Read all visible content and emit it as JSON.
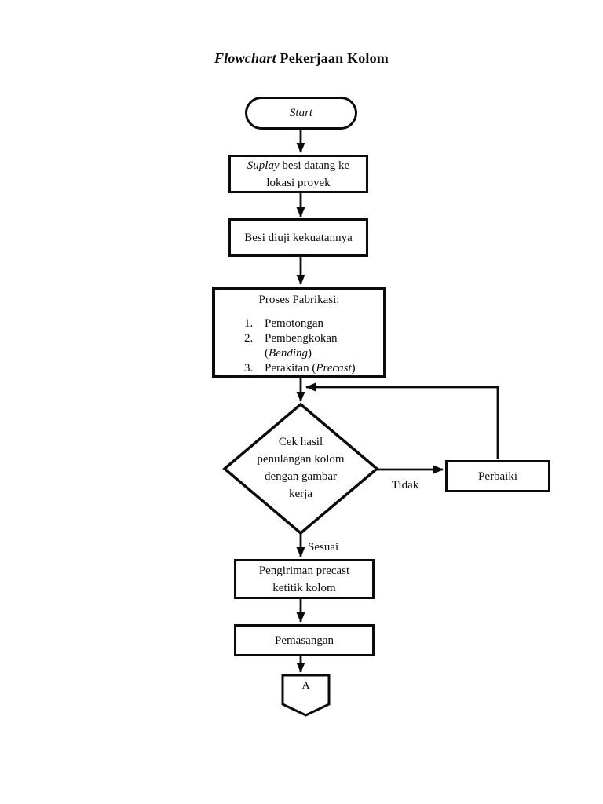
{
  "title": {
    "italic": "Flowchart",
    "rest": " Pekerjaan Kolom"
  },
  "nodes": {
    "start": {
      "label": "Start"
    },
    "suplay": {
      "italic": "Suplay",
      "line1_rest": " besi datang ke",
      "line2": "lokasi proyek"
    },
    "uji": {
      "label": "Besi diuji kekuatannya"
    },
    "fabrikasi": {
      "heading": "Proses Pabrikasi:",
      "item1_num": "1.",
      "item1_text": "Pemotongan",
      "item2_num": "2.",
      "item2_text": "Pembengkokan",
      "item2_sub_pre": "(",
      "item2_sub_italic": "Bending",
      "item2_sub_post": ")",
      "item3_num": "3.",
      "item3_pre": "Perakitan (",
      "item3_italic": "Precast",
      "item3_post": ")"
    },
    "decision": {
      "line1": "Cek hasil",
      "line2": "penulangan kolom",
      "line3": "dengan gambar",
      "line4": "kerja"
    },
    "perbaiki": {
      "label": "Perbaiki"
    },
    "pengiriman": {
      "line1": "Pengiriman precast",
      "line2": "ketitik kolom"
    },
    "pemasangan": {
      "label": "Pemasangan"
    },
    "connector": {
      "label": "A"
    }
  },
  "edges": {
    "tidak": "Tidak",
    "sesuai": "Sesuai"
  },
  "colors": {
    "ink": "#0b0b0b",
    "background": "#ffffff"
  }
}
